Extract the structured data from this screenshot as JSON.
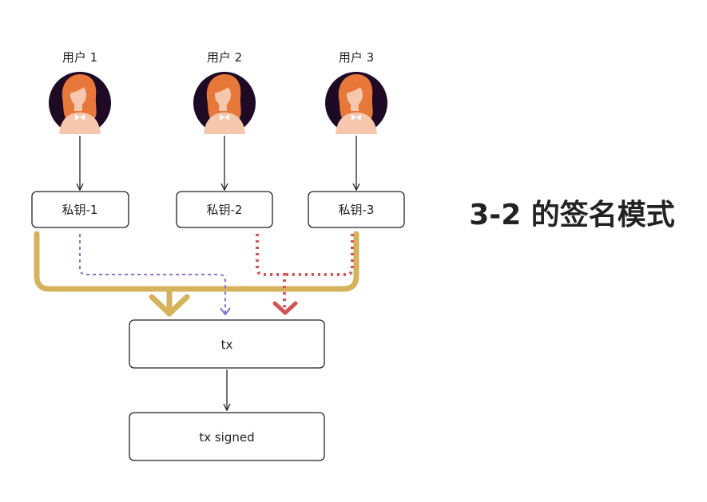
{
  "title": "3-2 的签名模式",
  "users": [
    {
      "label": "用户 1",
      "key_label": "私钥-1"
    },
    {
      "label": "用户 2",
      "key_label": "私钥-2"
    },
    {
      "label": "用户 3",
      "key_label": "私钥-3"
    }
  ],
  "tx_label": "tx",
  "tx_signed_label": "tx signed",
  "colors": {
    "gold": "#d6b35a",
    "purple": "#8a70c8",
    "red": "#d25555",
    "avatar_bg": "#1f0a26",
    "hair": "#e8773a",
    "skin": "#f6c7ad"
  }
}
